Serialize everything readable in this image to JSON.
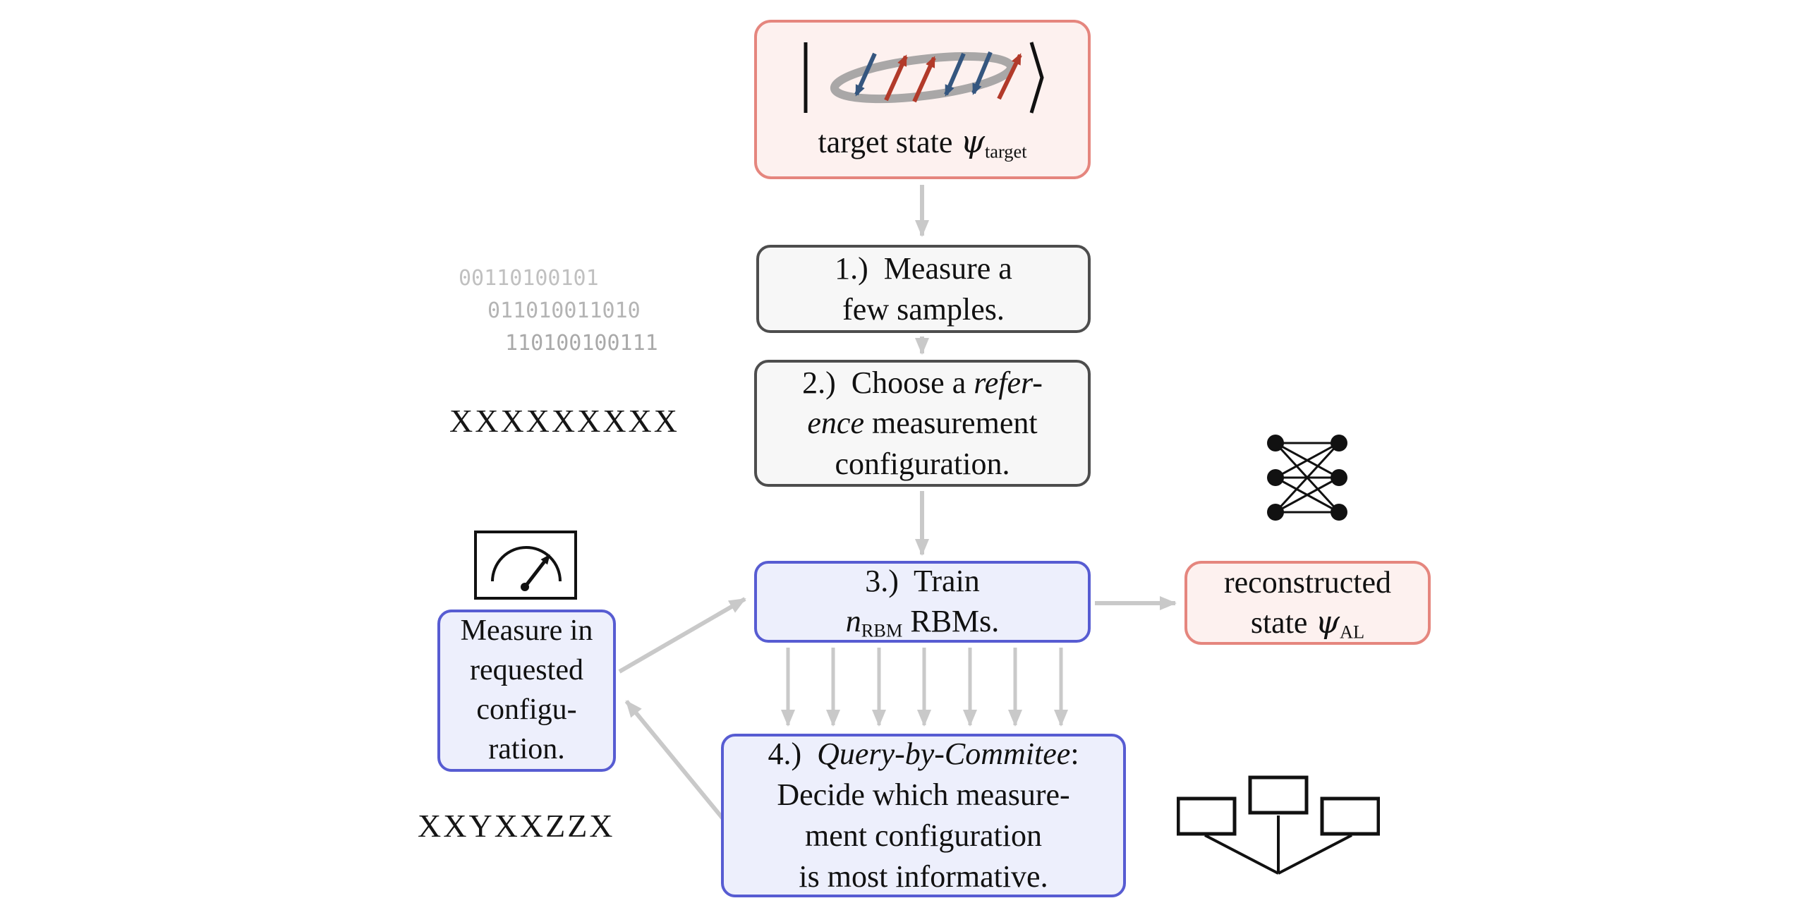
{
  "colors": {
    "red_border": "#e5867e",
    "red_fill": "#fdf1ef",
    "gray_border": "#4d4d4d",
    "gray_fill": "#f7f7f7",
    "blue_border": "#575cd2",
    "blue_fill": "#edeffc",
    "arrow_gray": "#c9c9c9",
    "spin_blue": "#35567f",
    "spin_red": "#b23a2a"
  },
  "nodes": {
    "target_state": {
      "ket_left": "|",
      "ket_right": "⟩",
      "caption_prefix": "target state ",
      "psi": "ψ",
      "subscript": "target"
    },
    "step1": {
      "line1": "1.)  Measure a",
      "line2": "few samples."
    },
    "step2": {
      "l1_roman": "2.)  Choose a ",
      "l1_italic": "refer-",
      "l2_italic": "ence",
      "l2_roman": " measurement",
      "l3": "configuration."
    },
    "step3": {
      "line1": "3.)  Train",
      "n_italic": "n",
      "n_sub": "RBM",
      "l2_rest": " RBMs."
    },
    "step4": {
      "l1_num": "4.)  ",
      "l1_italic": "Query-by-Commitee",
      "l1_colon": ":",
      "l2": "Decide which measure-",
      "l3": "ment configuration",
      "l4": "is most informative."
    },
    "reconstructed": {
      "line1": "reconstructed",
      "l2_prefix": "state ",
      "psi": "ψ",
      "subscript": "AL"
    },
    "measure_requested": {
      "line1": "Measure in",
      "line2": "requested",
      "line3": "configu-",
      "line4": "ration."
    }
  },
  "annotations": {
    "binary_line1": "00110100101",
    "binary_line2": "011010011010",
    "binary_line3": "110100100111",
    "reference_basis": "XXXXXXXXX",
    "requested_basis": "XXYXXZZX"
  },
  "icons": {
    "gauge": "measurement-gauge-icon",
    "network": "rbm-neural-network-icon",
    "committee": "committee-monitors-icon"
  }
}
